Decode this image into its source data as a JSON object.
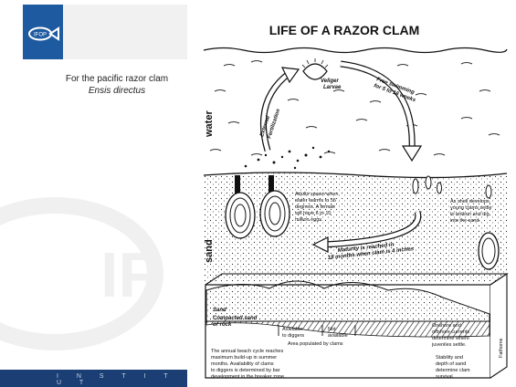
{
  "logo": {
    "text": "IFOP"
  },
  "caption": {
    "line1": "For the pacific razor clam",
    "line2": "Ensis directus"
  },
  "footer": {
    "text": "I N S T I T U T"
  },
  "diagram": {
    "title": "LIFE OF A RAZOR CLAM",
    "zone_water": "water",
    "zone_sand": "sand",
    "fertilization": [
      "External",
      "Fertilization"
    ],
    "veliger": [
      "Veliger",
      "Larvae"
    ],
    "free_swimming": [
      "Free swimming",
      "for 5 to 16 weeks"
    ],
    "adults_spawn": [
      "Adults spawn when",
      "water warms to 55",
      "degrees.  A female",
      "will have 6 to 10",
      "million eggs."
    ],
    "shell_develops": [
      "As shell develops,",
      "young clams settle",
      "to bottom and dig",
      "into the sand."
    ],
    "maturity": [
      "Maturity is reached in",
      "18 months when clam is 4 inches"
    ],
    "sand_label": "Sand",
    "compacted": [
      "Compacted sand",
      "or rock"
    ],
    "available": [
      "Available",
      "to diggers"
    ],
    "not_available": [
      "Not",
      "available"
    ],
    "area_populated": "Area populated by clams",
    "onshore": [
      "Onshore and",
      "offshore currents",
      "determine where",
      "juveniles settle."
    ],
    "stability": [
      "Stability and",
      "depth of sand",
      "determine clam",
      "survival."
    ],
    "fathoms": "Fathoms",
    "beach_cycle": [
      "The annual beach cycle reaches",
      "maximum build-up in summer",
      "months.  Availability of clams",
      "to diggers is determined by bar",
      "development in the breaker zone."
    ]
  }
}
